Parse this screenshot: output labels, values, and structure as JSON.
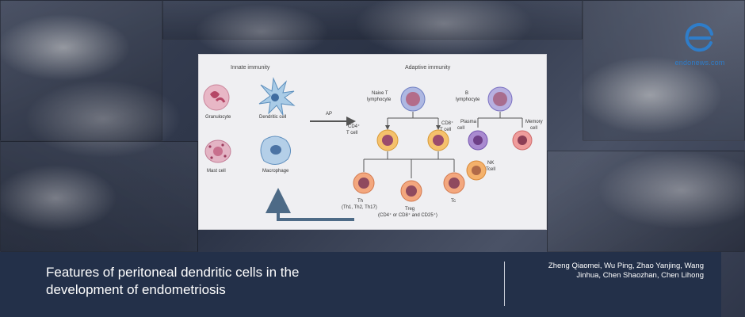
{
  "logo": {
    "site": "endonews.com",
    "icon": "endonews-e-logo",
    "color": "#2f7dc9"
  },
  "figure": {
    "innate_header": "Innate immunity",
    "adaptive_header": "Adaptive immunity",
    "innate_cells": [
      "Granulocyte",
      "Dendritic cell",
      "Mast cell",
      "Macrophage"
    ],
    "ap_label": "AP",
    "naive_t": [
      "Naive T",
      "lymphocyte"
    ],
    "b_cell": [
      "B",
      "lymphocyte"
    ],
    "cd4": [
      "CD4⁺",
      "T cell"
    ],
    "cd8": [
      "CD8⁺",
      "T cell"
    ],
    "plasma": [
      "Plasma",
      "cell"
    ],
    "memory": [
      "Memory",
      "cell"
    ],
    "nk": [
      "NK",
      "Tcell"
    ],
    "th": [
      "Th",
      "(Th1, Th2, Th17)"
    ],
    "treg": [
      "Treg",
      "(CD4⁺ or CD8⁺ and CD25⁺)"
    ],
    "tc": "Tc"
  },
  "caption": {
    "title": "Features of peritoneal dendritic cells in the development of endometriosis",
    "authors": "Zheng Qiaomei, Wu Ping, Zhao Yanjing, Wang Jinhua, Chen Shaozhan, Chen Lihong",
    "background_color": "#233049"
  }
}
